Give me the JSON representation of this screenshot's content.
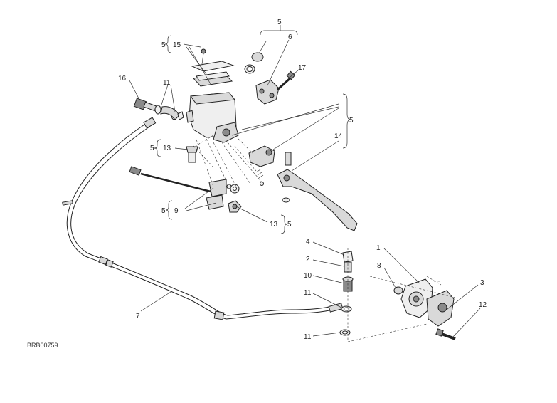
{
  "diagram": {
    "code": "BRB00759",
    "callouts": {
      "c1": "1",
      "c2": "2",
      "c3": "3",
      "c4": "4",
      "c5_top": "5",
      "c5_right": "5",
      "c5_left15": "5",
      "c5_left13": "5",
      "c5_left9": "5",
      "c5_right13": "5",
      "c6": "6",
      "c7": "7",
      "c8": "8",
      "c9": "9",
      "c10": "10",
      "c11_top": "11",
      "c11_mid": "11",
      "c11_bot": "11",
      "c12": "12",
      "c13_left": "13",
      "c13_right": "13",
      "c14": "14",
      "c15": "15",
      "c16": "16",
      "c17": "17"
    }
  }
}
